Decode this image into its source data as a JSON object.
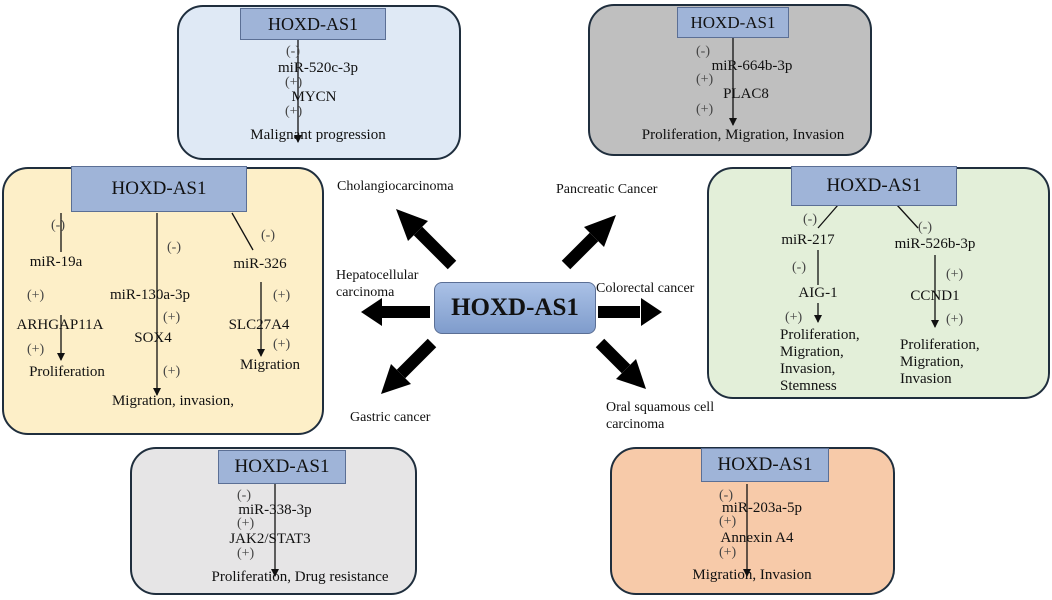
{
  "colors": {
    "cholangiocarcinoma_panel": "#dfe9f5",
    "pancreatic_panel": "#bfbfbf",
    "hepatocellular_panel": "#fdefc8",
    "colorectal_panel": "#e3efd9",
    "gastric_panel": "#e6e5e6",
    "oral_panel": "#f7caa9",
    "header_box": "#9fb4d8",
    "center_box": "#8fa9d6"
  },
  "center": {
    "label": "HOXD-AS1"
  },
  "cancers": {
    "cholangiocarcinoma": "Cholangiocarcinoma",
    "pancreatic": "Pancreatic Cancer",
    "hepatocellular_line1": "Hepatocellular",
    "hepatocellular_line2": "carcinoma",
    "colorectal": "Colorectal cancer",
    "gastric": "Gastric cancer",
    "oral_line1": "Oral squamous cell",
    "oral_line2": "carcinoma"
  },
  "panels": {
    "cholangiocarcinoma": {
      "header": "HOXD-AS1",
      "sign1": "(-)",
      "mirna": "miR-520c-3p",
      "sign2": "(+)",
      "target": "MYCN",
      "sign3": "(+)",
      "outcome": "Malignant progression"
    },
    "pancreatic": {
      "header": "HOXD-AS1",
      "sign1": "(-)",
      "mirna": "miR-664b-3p",
      "sign2": "(+)",
      "target": "PLAC8",
      "sign3": "(+)",
      "outcome": "Proliferation, Migration, Invasion"
    },
    "hepatocellular": {
      "header": "HOXD-AS1",
      "b1": {
        "sign1": "(-)",
        "mirna": "miR-19a",
        "sign2": "(+)",
        "target": "ARHGAP11A",
        "sign3": "(+)",
        "outcome": "Proliferation"
      },
      "b2": {
        "sign1": "(-)",
        "mirna": "miR-130a-3p",
        "sign2": "(+)",
        "target": "SOX4",
        "sign3": "(+)",
        "outcome": "Migration, invasion,"
      },
      "b3": {
        "sign1": "(-)",
        "mirna": "miR-326",
        "sign2": "(+)",
        "target": "SLC27A4",
        "sign3": "(+)",
        "outcome": "Migration"
      }
    },
    "colorectal": {
      "header": "HOXD-AS1",
      "b1": {
        "sign1": "(-)",
        "mirna": "miR-217",
        "sign2": "(-)",
        "target": "AIG-1",
        "sign3": "(+)",
        "outcome": [
          "Proliferation,",
          "Migration,",
          "Invasion,",
          "Stemness"
        ]
      },
      "b2": {
        "sign1": "(-)",
        "mirna": "miR-526b-3p",
        "sign2": "(+)",
        "target": "CCND1",
        "sign3": "(+)",
        "outcome": [
          "Proliferation,",
          "Migration,",
          "Invasion"
        ]
      }
    },
    "gastric": {
      "header": "HOXD-AS1",
      "sign1": "(-)",
      "mirna": "miR-338-3p",
      "sign2": "(+)",
      "target": "JAK2/STAT3",
      "sign3": "(+)",
      "outcome": "Proliferation, Drug resistance"
    },
    "oral": {
      "header": "HOXD-AS1",
      "sign1": "(-)",
      "mirna": "miR-203a-5p",
      "sign2": "(+)",
      "target": "Annexin A4",
      "sign3": "(+)",
      "outcome": "Migration, Invasion"
    }
  }
}
